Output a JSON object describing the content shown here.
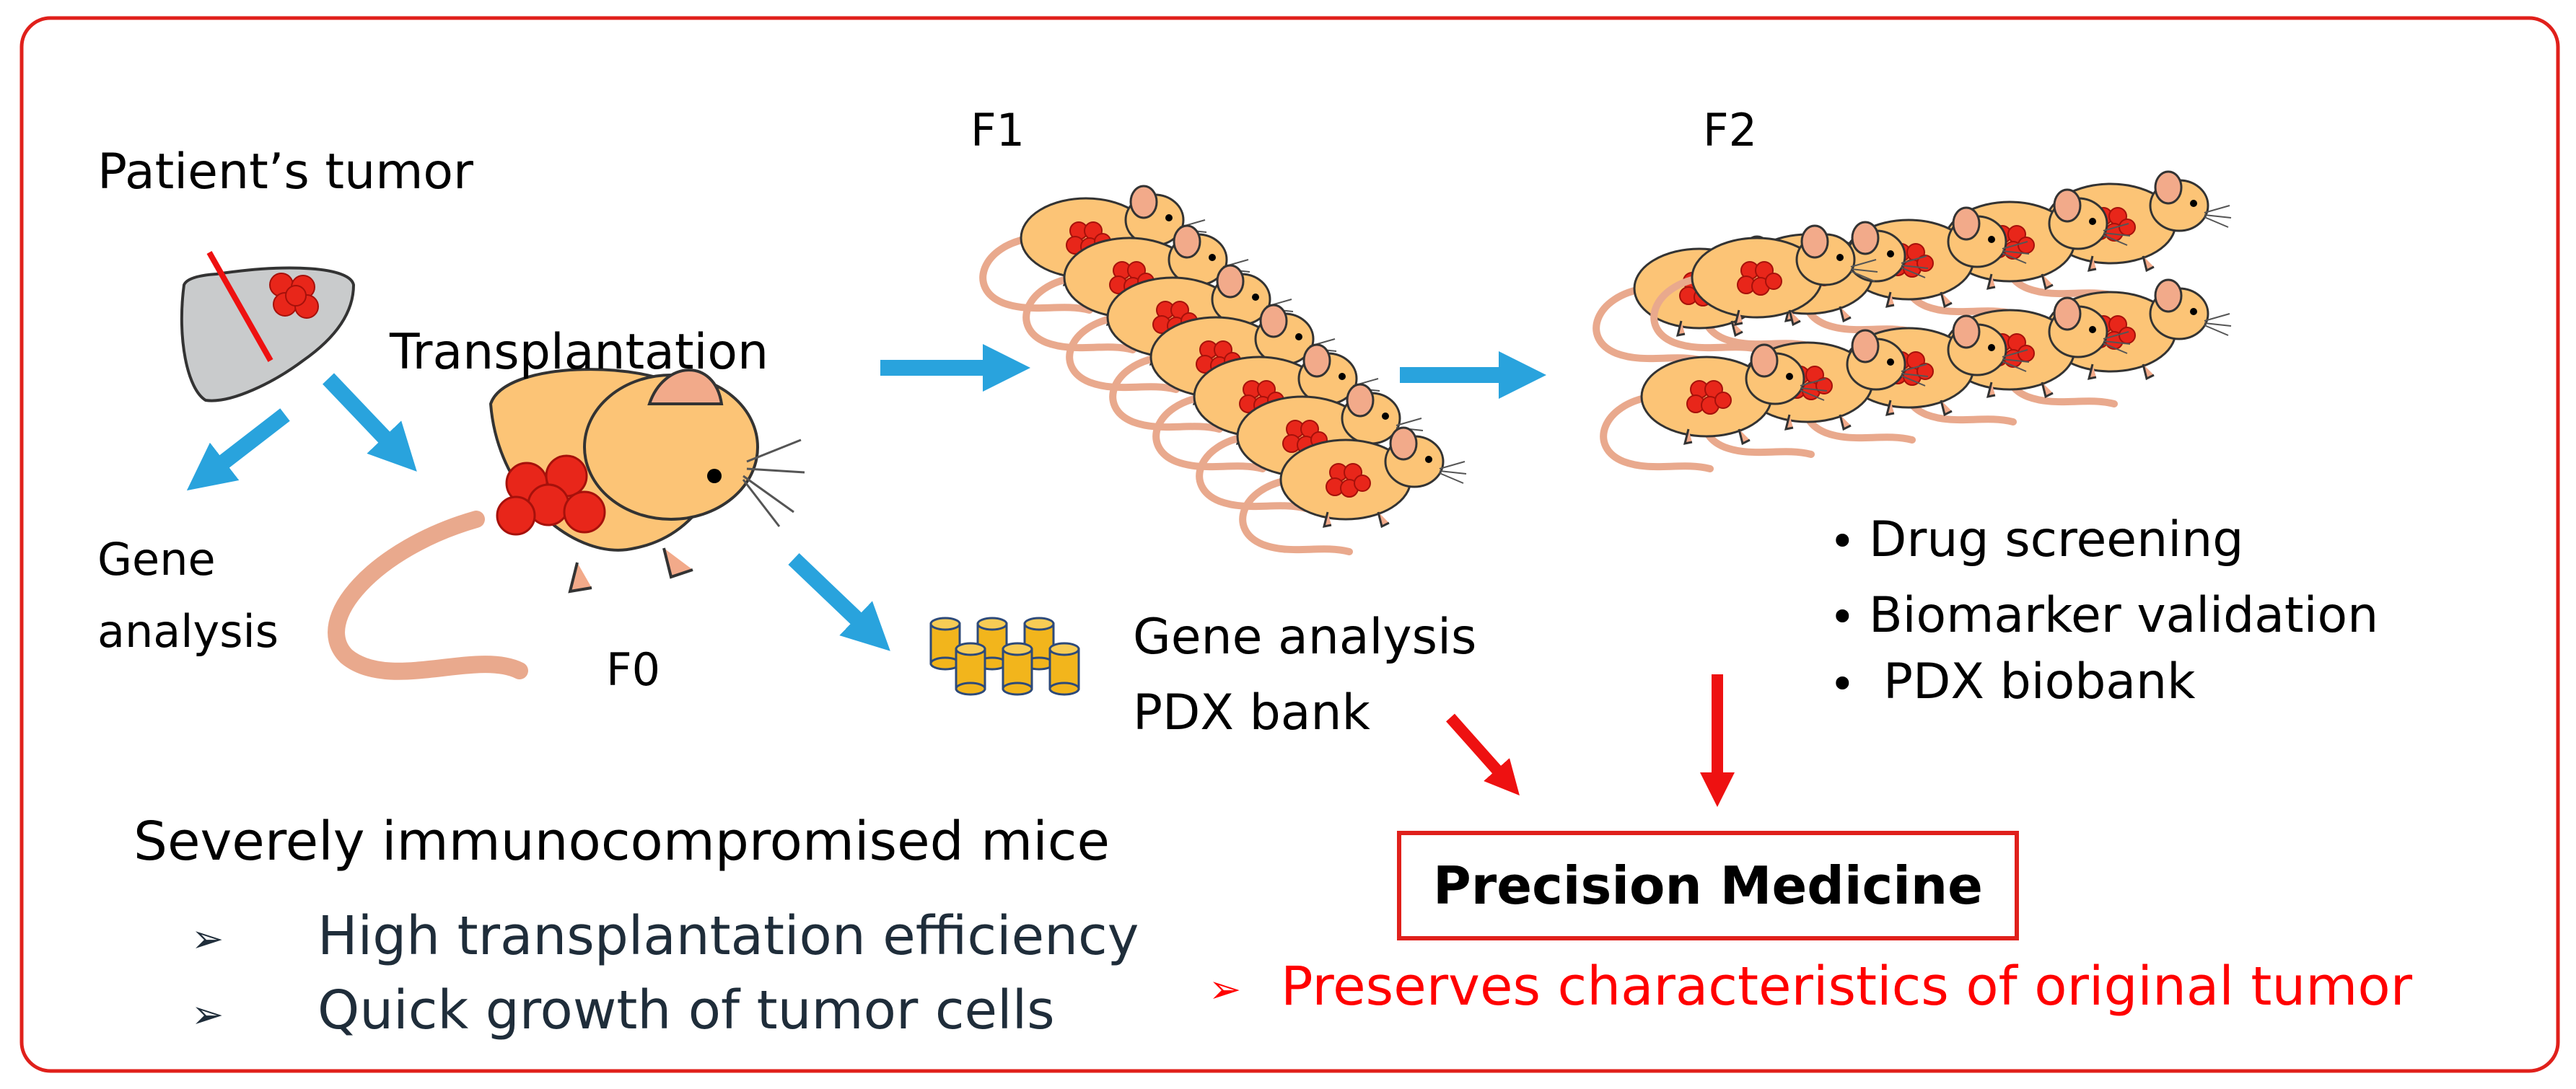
{
  "labels": {
    "patient_tumor": "Patient’s tumor",
    "transplantation": "Transplantation",
    "gene_analysis_left": [
      "Gene",
      "analysis"
    ],
    "f0": "F0",
    "f1": "F1",
    "f2": "F2",
    "gene_analysis_pdx": [
      "Gene analysis",
      "PDX bank"
    ]
  },
  "uses": [
    "Drug screening",
    "Biomarker validation",
    "PDX biobank"
  ],
  "bullet_glyph": "•",
  "precision_medicine": "Precision Medicine",
  "mice_heading": "Severely immunocompromised mice",
  "mice_points": [
    "High transplantation efficiency",
    "Quick growth of tumor cells"
  ],
  "point_glyph": "➢",
  "preserves": "Preserves characteristics of original tumor",
  "colors": {
    "frame": "#e0201b",
    "blue_arrow": "#29a3dd",
    "red_arrow": "#ee1111",
    "mouse_body": "#fcc476",
    "tumor": "#e8261a",
    "liver": "#c9cbcc",
    "tube": "#f2b51c",
    "dark_text": "#1f2d3a",
    "red_text": "#ff0000"
  }
}
